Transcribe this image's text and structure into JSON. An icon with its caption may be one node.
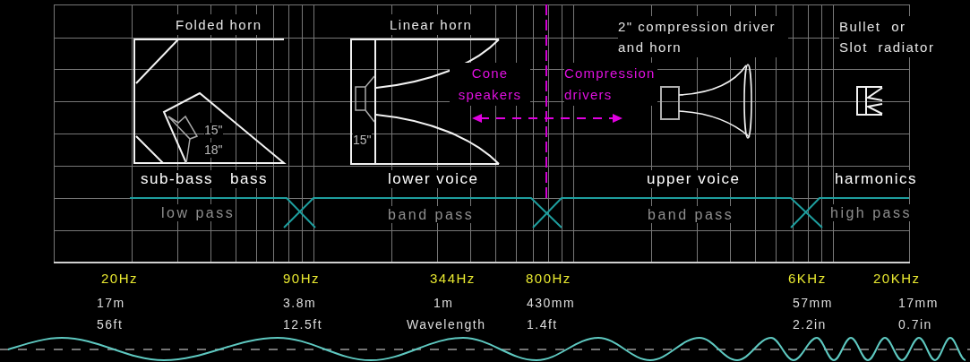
{
  "diagram": {
    "labels": [
      "Folded horn",
      "Linear horn",
      "2\" compression driver and horn",
      "Bullet or Slot radiator",
      "Cone speakers",
      "Compression drivers",
      "15\"",
      "18\"",
      "15\"",
      "sub-bass",
      "bass",
      "lower voice",
      "upper voice",
      "harmonics",
      "low pass",
      "band pass",
      "band pass",
      "high pass",
      "20Hz",
      "90Hz",
      "344Hz",
      "800Hz",
      "6KHz",
      "20KHz",
      "17m",
      "3.8m",
      "1m",
      "430mm",
      "57mm",
      "17mm",
      "56ft",
      "12.5ft",
      "Wavelength",
      "1.4ft",
      "2.2in",
      "0.7in"
    ]
  }
}
